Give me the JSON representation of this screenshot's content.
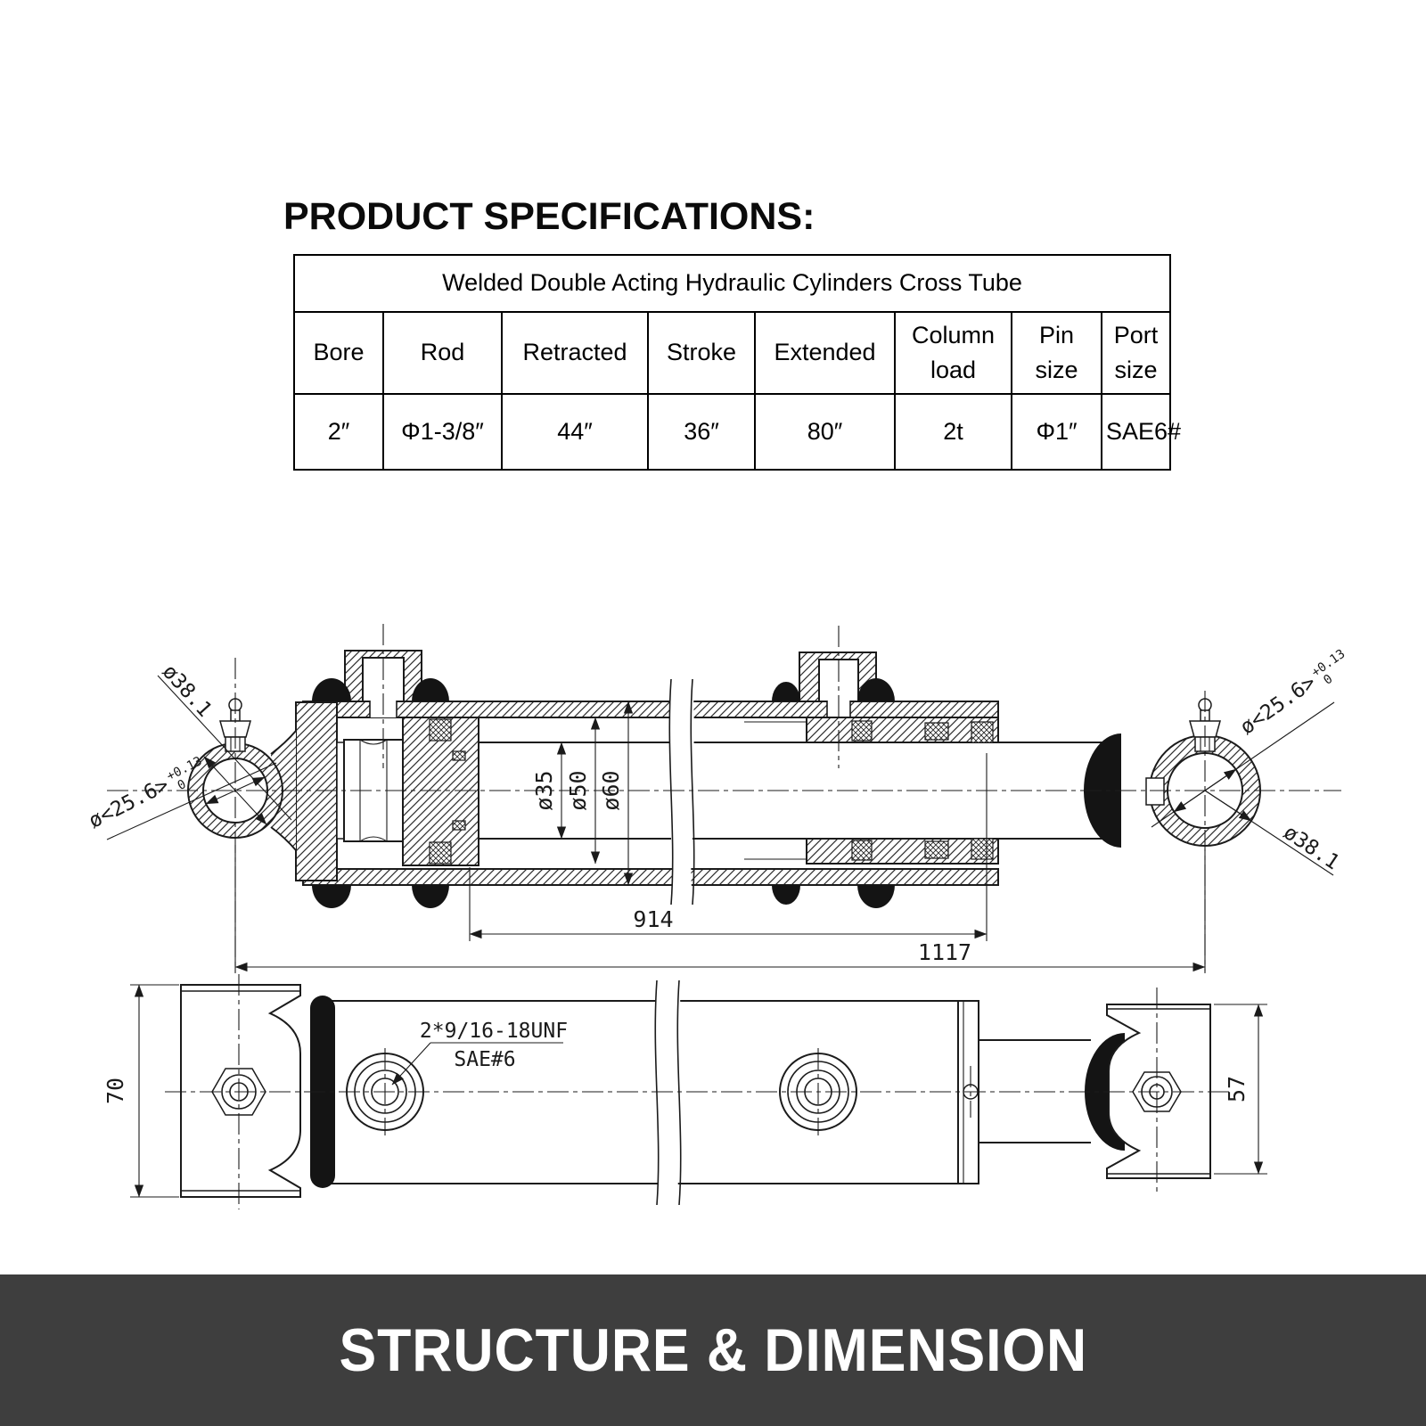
{
  "heading": {
    "title": "PRODUCT SPECIFICATIONS:"
  },
  "spec_table": {
    "title": "Welded Double Acting Hydraulic Cylinders Cross Tube",
    "columns": [
      "Bore",
      "Rod",
      "Retracted",
      "Stroke",
      "Extended",
      "Column load",
      "Pin size",
      "Port size"
    ],
    "values": [
      "2″",
      "Φ1-3/8″",
      "44″",
      "36″",
      "80″",
      "2t",
      "Φ1″",
      "SAE6#"
    ]
  },
  "drawing": {
    "labels": {
      "eye_od_left": "ø38.1",
      "eye_od_right": "ø38.1",
      "pin_bore_left": "ø<25.6>",
      "pin_bore_right": "ø<25.6>",
      "tolerance_upper": "+0.13",
      "tolerance_lower": "0",
      "rod_diameter": "ø35",
      "bore_diameter": "ø50",
      "tube_diameter": "ø60",
      "stroke_length": "914",
      "retracted_length": "1117",
      "base_eye_width": "70",
      "rod_eye_width": "57",
      "port_thread": "2*9/16-18UNF",
      "port_standard": "SAE#6"
    }
  },
  "footer": {
    "title": "STRUCTURE & DIMENSION",
    "background": "#3e3e3e"
  }
}
